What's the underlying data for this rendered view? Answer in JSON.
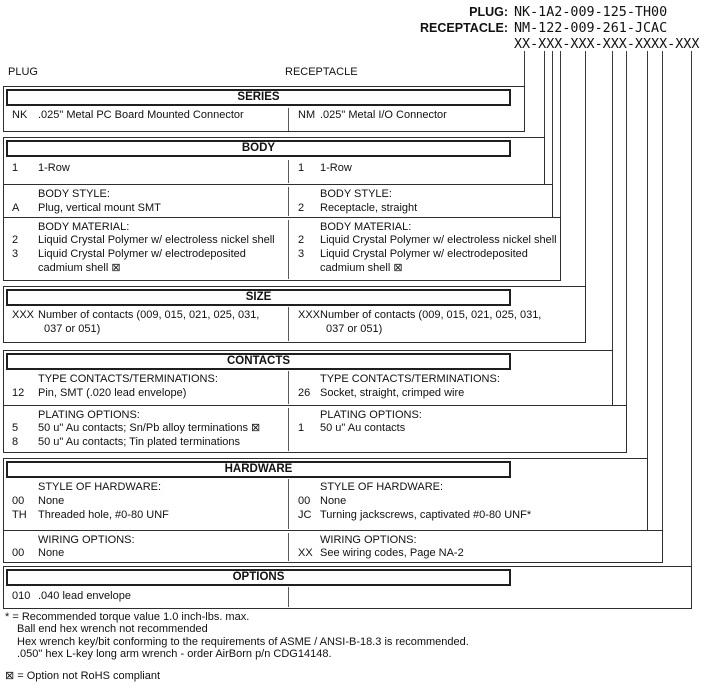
{
  "doc": {
    "plug_label": "PLUG:",
    "plug_value": "NK-1A2-009-125-TH00",
    "receptacle_label": "RECEPTACLE:",
    "receptacle_value": "NM-122-009-261-JCAC",
    "mask": "XX-XXX-XXX-XXX-XXXX-XXX",
    "col_left": "PLUG",
    "col_right": "RECEPTACLE"
  },
  "sections": {
    "series": {
      "title": "SERIES",
      "left": [
        {
          "code": "NK",
          "text": ".025\" Metal PC Board Mounted Connector"
        }
      ],
      "right": [
        {
          "code": "NM",
          "text": ".025\" Metal I/O Connector"
        }
      ]
    },
    "body": {
      "title": "BODY",
      "left": [
        {
          "code": "1",
          "text": "1-Row"
        }
      ],
      "right": [
        {
          "code": "1",
          "text": "1-Row"
        }
      ]
    },
    "body_style": {
      "label": "BODY STYLE:",
      "left": [
        {
          "code": "A",
          "text": "Plug, vertical mount SMT"
        }
      ],
      "right": [
        {
          "code": "2",
          "text": "Receptacle, straight"
        }
      ]
    },
    "body_material": {
      "label": "BODY MATERIAL:",
      "left": [
        {
          "code": "2",
          "text": "Liquid Crystal Polymer w/ electroless nickel shell"
        },
        {
          "code": "3",
          "text": "Liquid Crystal Polymer w/ electrodeposited"
        },
        {
          "code": "",
          "text": "cadmium shell ⊠"
        }
      ],
      "right": [
        {
          "code": "2",
          "text": "Liquid Crystal Polymer w/ electroless nickel shell"
        },
        {
          "code": "3",
          "text": "Liquid Crystal Polymer w/ electrodeposited"
        },
        {
          "code": "",
          "text": "cadmium shell ⊠"
        }
      ]
    },
    "size": {
      "title": "SIZE",
      "left": [
        {
          "code": "XXX",
          "text": "Number of contacts (009, 015, 021, 025, 031,"
        },
        {
          "code": "",
          "text": "037 or 051)"
        }
      ],
      "right": [
        {
          "code": "XXX",
          "text": "Number of contacts (009, 015, 021, 025, 031,"
        },
        {
          "code": "",
          "text": "037 or 051)"
        }
      ]
    },
    "contacts": {
      "title": "CONTACTS",
      "label": "TYPE CONTACTS/TERMINATIONS:",
      "left": [
        {
          "code": "12",
          "text": "Pin, SMT (.020 lead envelope)"
        }
      ],
      "right": [
        {
          "code": "26",
          "text": "Socket, straight, crimped wire"
        }
      ]
    },
    "plating": {
      "label": "PLATING OPTIONS:",
      "left": [
        {
          "code": "5",
          "text": "50 u\" Au contacts; Sn/Pb alloy terminations ⊠"
        },
        {
          "code": "8",
          "text": "50 u\" Au contacts; Tin plated terminations"
        }
      ],
      "right": [
        {
          "code": "1",
          "text": "50 u\" Au contacts"
        }
      ]
    },
    "hardware": {
      "title": "HARDWARE",
      "label": "STYLE OF HARDWARE:",
      "left": [
        {
          "code": "00",
          "text": "None"
        },
        {
          "code": "TH",
          "text": "Threaded hole, #0-80 UNF"
        }
      ],
      "right": [
        {
          "code": "00",
          "text": "None"
        },
        {
          "code": "JC",
          "text": "Turning jackscrews, captivated #0-80 UNF*"
        }
      ]
    },
    "wiring": {
      "label": "WIRING OPTIONS:",
      "left": [
        {
          "code": "00",
          "text": "None"
        }
      ],
      "right": [
        {
          "code": "XX",
          "text": "See wiring codes, Page NA-2"
        }
      ]
    },
    "options": {
      "title": "OPTIONS",
      "left": [
        {
          "code": "010",
          "text": ".040 lead envelope"
        }
      ],
      "right": []
    }
  },
  "footnotes": {
    "torque": "* = Recommended torque value 1.0 inch-lbs. max.\nBall end hex wrench not recommended\nHex wrench key/bit conforming to the requirements of ASME / ANSI-B-18.3 is recommended.\n.050\" hex L-key long arm wrench - order AirBorn p/n CDG14148.",
    "rohs": "⊠ = Option not RoHS compliant"
  }
}
